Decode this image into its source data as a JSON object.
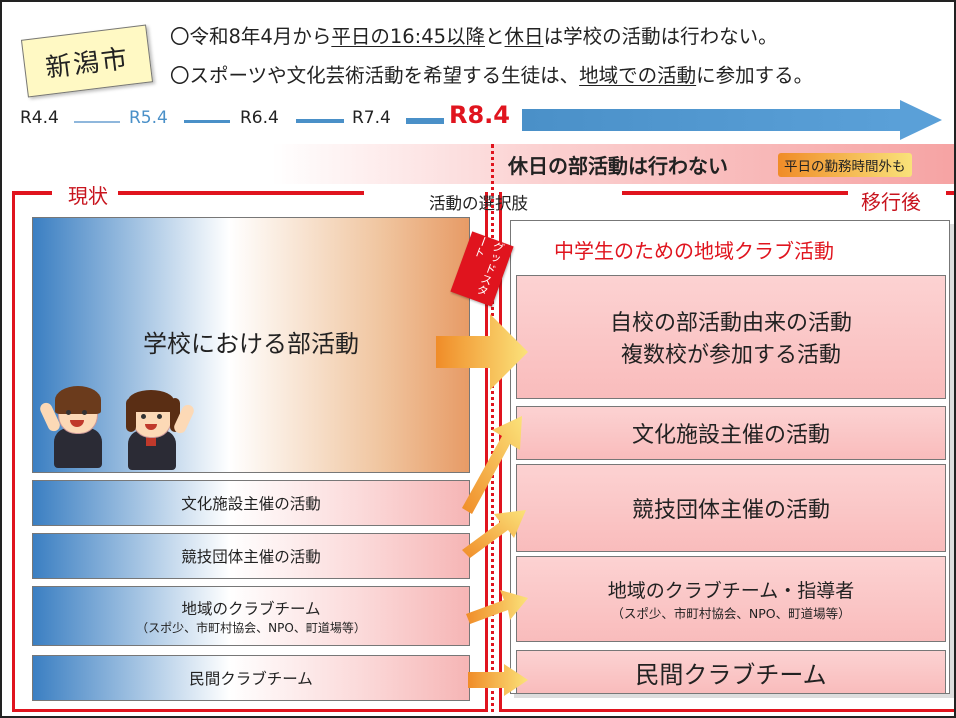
{
  "header": {
    "city": "新潟市",
    "policy1_pre": "〇令和8年4月から",
    "policy1_u1": "平日の16:45以降",
    "policy1_mid": "と",
    "policy1_u2": "休日",
    "policy1_post": "は学校の活動は行わない。",
    "policy2_pre": "〇スポーツや文化芸術活動を希望する生徒は、",
    "policy2_u": "地域での活動",
    "policy2_post": "に参加する。"
  },
  "timeline": {
    "points": [
      "R4.4",
      "R5.4",
      "R6.4",
      "R7.4",
      "R8.4"
    ]
  },
  "band": {
    "holiday": "休日の部活動は行わない",
    "note": "平日の勤務時間外も"
  },
  "labels": {
    "now": "現状",
    "after": "移行後",
    "choices": "活動の選択肢",
    "good_start": "グッドスタート"
  },
  "current": {
    "main": "学校における部活動",
    "items": [
      {
        "label": "文化施設主催の活動",
        "sub": ""
      },
      {
        "label": "競技団体主催の活動",
        "sub": ""
      },
      {
        "label": "地域のクラブチーム",
        "sub": "（スポ少、市町村協会、NPO、町道場等）"
      },
      {
        "label": "民間クラブチーム",
        "sub": ""
      }
    ]
  },
  "future": {
    "title": "中学生のための地域クラブ活動",
    "top_line1": "自校の部活動由来の活動",
    "top_line2": "複数校が参加する活動",
    "items": [
      {
        "label": "文化施設主催の活動",
        "sub": ""
      },
      {
        "label": "競技団体主催の活動",
        "sub": ""
      },
      {
        "label": "地域のクラブチーム・指導者",
        "sub": "（スポ少、市町村協会、NPO、町道場等）"
      },
      {
        "label": "民間クラブチーム",
        "sub": ""
      }
    ]
  },
  "colors": {
    "red": "#e0141e",
    "blue": "#4a90c8",
    "pink": "#fbd0d0",
    "orange": "#f0a030"
  }
}
